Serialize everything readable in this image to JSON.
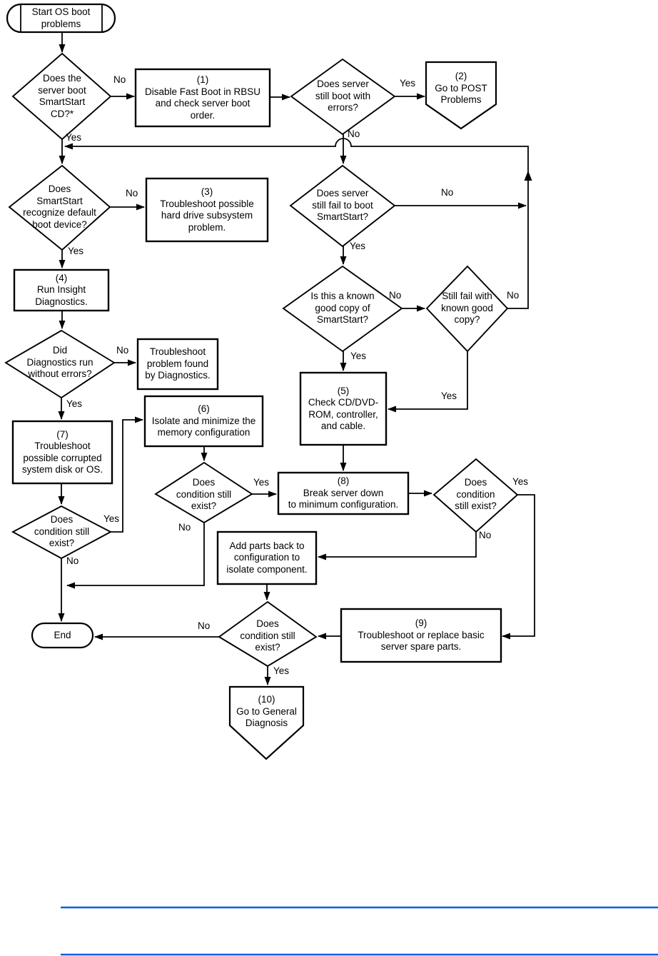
{
  "title": "OS boot problems flowchart",
  "colors": {
    "line": "#000000",
    "footer_rule": "#0b61e4"
  },
  "nodes": {
    "start": {
      "text": "Start OS boot\nproblems"
    },
    "d_boot_cd": {
      "text": "Does the\nserver boot\nSmartStart\nCD?*"
    },
    "box1": {
      "text": "(1)\nDisable Fast Boot in RBSU\nand check server boot\norder."
    },
    "d_boot_errors": {
      "text": "Does server\nstill boot with\nerrors?"
    },
    "c2": {
      "text": "(2)\nGo to POST\nProblems"
    },
    "d_recognize": {
      "text": "Does\nSmartStart\nrecognize default\nboot device?"
    },
    "box3": {
      "text": "(3)\nTroubleshoot possible\nhard drive subsystem\nproblem."
    },
    "box4": {
      "text": "(4)\nRun Insight\nDiagnostics."
    },
    "d_fail_smartstart": {
      "text": "Does server\nstill fail to boot\nSmartStart?"
    },
    "d_known_copy": {
      "text": "Is this a known\ngood copy of\nSmartStart?"
    },
    "d_still_fail": {
      "text": "Still fail with\nknown good\ncopy?"
    },
    "box5": {
      "text": "(5)\nCheck CD/DVD-\nROM, controller,\nand cable."
    },
    "d_diag_errors": {
      "text": "Did\nDiagnostics run\nwithout errors?"
    },
    "box_diag": {
      "text": "Troubleshoot\nproblem found\nby Diagnostics."
    },
    "box7": {
      "text": "(7)\nTroubleshoot\npossible corrupted\nsystem disk or OS."
    },
    "box6": {
      "text": "(6)\nIsolate and minimize the\nmemory configuration"
    },
    "d_cond_left": {
      "text": "Does\ncondition still\nexist?"
    },
    "d_cond_mid": {
      "text": "Does\ncondition still\nexist?"
    },
    "box8": {
      "text": "(8)\nBreak server down\nto minimum configuration."
    },
    "d_cond_right": {
      "text": "Does\ncondition\nstill exist?"
    },
    "box_add": {
      "text": "Add parts back to\nconfiguration to\nisolate component."
    },
    "d_cond_bottom": {
      "text": "Does\ncondition still\nexist?"
    },
    "box9": {
      "text": "(9)\nTroubleshoot or replace basic\nserver spare parts."
    },
    "c10": {
      "text": "(10)\nGo to General\nDiagnosis"
    },
    "end": {
      "text": "End"
    }
  },
  "edge_labels": [
    {
      "text": "No"
    },
    {
      "text": "Yes"
    },
    {
      "text": "Yes"
    },
    {
      "text": "No"
    },
    {
      "text": "No"
    },
    {
      "text": "Yes"
    },
    {
      "text": "No"
    },
    {
      "text": "No"
    },
    {
      "text": "Yes"
    },
    {
      "text": "Yes"
    },
    {
      "text": "No"
    },
    {
      "text": "Yes"
    },
    {
      "text": "No"
    },
    {
      "text": "Yes"
    },
    {
      "text": "Yes"
    },
    {
      "text": "No"
    },
    {
      "text": "Yes"
    },
    {
      "text": "No"
    },
    {
      "text": "Yes"
    },
    {
      "text": "No"
    },
    {
      "text": "No"
    },
    {
      "text": "Yes"
    }
  ]
}
